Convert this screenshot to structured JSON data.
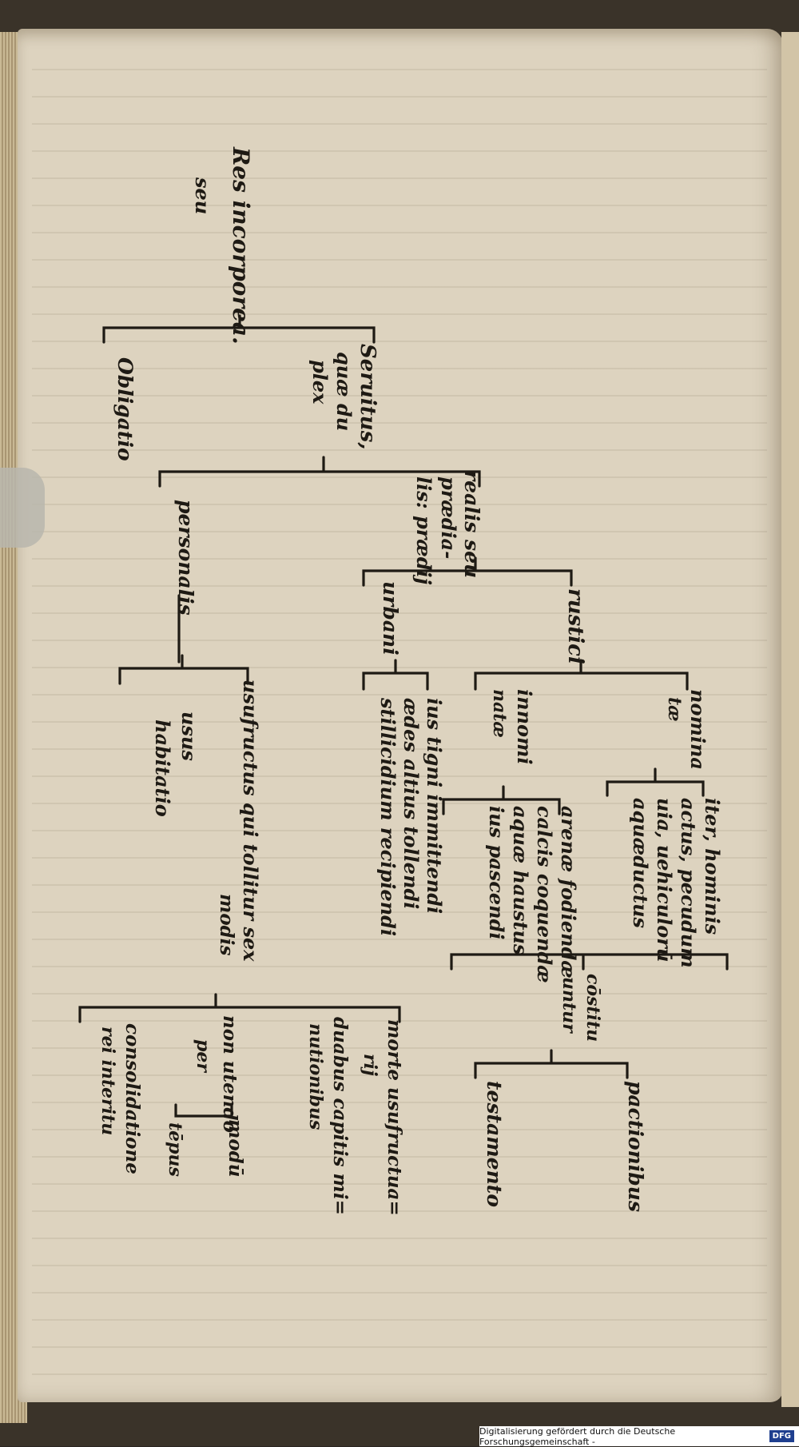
{
  "diagram": {
    "nodes": {
      "res_incorporea": "Res incorporea.",
      "seu_top": "seu",
      "obligatio": "Obligatio",
      "seruitus_1": "Seruitus,",
      "seruitus_2": "quæ du",
      "seruitus_3": "plex",
      "realis_1": "realis seu",
      "realis_2": "prædia-",
      "realis_3": "lis: prædij",
      "personalis": "personalis",
      "rustici": "rustici",
      "urbani": "urbani",
      "urbani_1": "ius tigni immittendi",
      "urbani_2": "ædes altius tollendi",
      "urbani_3": "stillicidium recipiendi",
      "nominate_1": "nomina",
      "nominate_2": "tæ",
      "innominate_1": "innomi",
      "innominate_2": "natæ",
      "nominate_list_1": "iter, hominis",
      "nominate_list_2": "actus, pecudum",
      "nominate_list_3": "uia, uehiculorū",
      "nominate_list_4": "aquæductus",
      "innominate_list_1": "arenæ fodiendæ",
      "innominate_list_2": "calcis coquendæ",
      "innominate_list_3": "aquæ haustus",
      "innominate_list_4": "ius pascendi",
      "constituitur_1": "cōstitu",
      "constituitur_2": "untur",
      "pactionibus": "pactionibus",
      "testamento": "testamento",
      "usufructus": "usufructus qui tollitur sex",
      "modis": "modis",
      "usus": "usus",
      "habitatio": "habitatio",
      "morte_1": "morte usufructua=",
      "morte_2": "rij",
      "capitis_1": "duabus capitis mi=",
      "capitis_2": "nutionibus",
      "non_utendo_1": "non utendo",
      "non_utendo_2": "per",
      "modum": "modū",
      "tempus": "tēpus",
      "consolidatione_1": "consolidatione",
      "consolidatione_2": "rei interitu"
    }
  },
  "footer": {
    "credit": "Digitalisierung gefördert durch die Deutsche Forschungsgemeinschaft -",
    "logo": "DFG"
  }
}
